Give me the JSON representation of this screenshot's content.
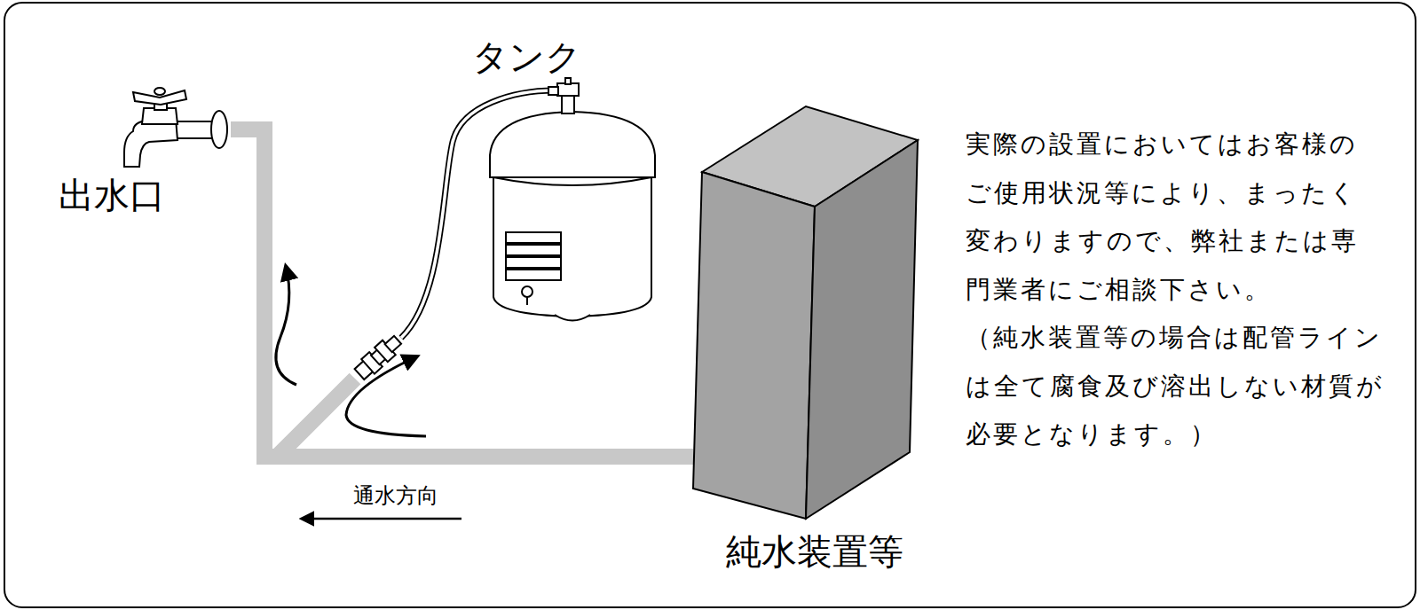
{
  "diagram": {
    "nodes": [
      {
        "text": [
          "出水口"
        ]
      },
      {
        "text": [
          "タンク"
        ]
      },
      {
        "text": [
          "純水装置等"
        ]
      }
    ],
    "edges": [
      {
        "from": 2,
        "to": 0,
        "arrow": "none"
      },
      {
        "from": 2,
        "to": 1,
        "arrow": "none"
      }
    ],
    "labels": [
      "通水方向",
      "実際の設置においてはお客様の ご使用状況等により、まったく 変わりますので、弊社または専 門業者にご相談下さい。",
      "（純水装置等の場合は配管ライン は全て腐食及び溶出しない材質が 必要となります。）"
    ]
  }
}
